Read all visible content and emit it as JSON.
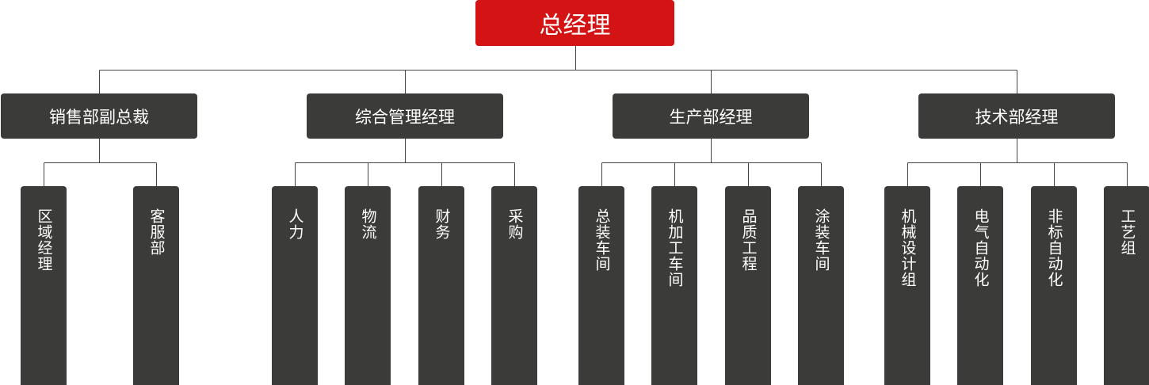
{
  "colors": {
    "root_fill": "#d41414",
    "node_fill": "#3b3b39",
    "line": "#444444"
  },
  "root": {
    "name": "root-box",
    "label": "总经理"
  },
  "managers": [
    {
      "name": "mgr-sales",
      "label": "销售部副总裁",
      "children": [
        {
          "name": "leaf-region-manager",
          "label": "区域经理"
        },
        {
          "name": "leaf-customer-service",
          "label": "客服部"
        }
      ]
    },
    {
      "name": "mgr-admin",
      "label": "综合管理经理",
      "children": [
        {
          "name": "leaf-hr",
          "label": "人力"
        },
        {
          "name": "leaf-logistics",
          "label": "物流"
        },
        {
          "name": "leaf-finance",
          "label": "财务"
        },
        {
          "name": "leaf-purchasing",
          "label": "采购"
        }
      ]
    },
    {
      "name": "mgr-production",
      "label": "生产部经理",
      "children": [
        {
          "name": "leaf-assembly-workshop",
          "label": "总装车间"
        },
        {
          "name": "leaf-machining-workshop",
          "label": "机加工车间"
        },
        {
          "name": "leaf-quality-engineering",
          "label": "品质工程"
        },
        {
          "name": "leaf-painting-workshop",
          "label": "涂装车间"
        }
      ]
    },
    {
      "name": "mgr-technical",
      "label": "技术部经理",
      "children": [
        {
          "name": "leaf-mechanical-design",
          "label": "机械设计组"
        },
        {
          "name": "leaf-electrical-automation",
          "label": "电气自动化"
        },
        {
          "name": "leaf-nonstandard-automation",
          "label": "非标自动化"
        },
        {
          "name": "leaf-process-group",
          "label": "工艺组"
        }
      ]
    }
  ]
}
